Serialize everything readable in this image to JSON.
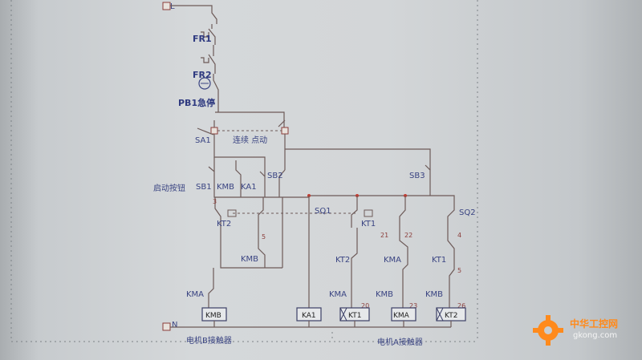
{
  "diagram": {
    "power_in_label": "L",
    "neutral_label": "N",
    "labels": {
      "fr1": "FR1",
      "fr2": "FR2",
      "pb1": "PB1急停",
      "sa1": "SA1",
      "sa1_mode": "连续 点动",
      "sb1": "SB1",
      "start_btn": "启动按钮",
      "kmb_contact": "KMB",
      "ka1_contact": "KA1",
      "sb2": "SB2",
      "sb3": "SB3",
      "kt2_contact": "KT2",
      "kmb_interlock": "KMB",
      "sq1": "SQ1",
      "kt1_contact": "KT1",
      "kt2_col": "KT2",
      "kma_col": "KMA",
      "kt1_col": "KT1",
      "sq2": "SQ2",
      "kma_left": "KMA",
      "kma_mid": "KMA",
      "kmb_mid": "KMB",
      "kmb_right": "KMB",
      "motor_b": "电机B接触器",
      "motor_a": "电机A接触器"
    },
    "coils": {
      "kmb": "KMB",
      "ka1": "KA1",
      "kt1": "KT1",
      "kma": "KMA",
      "kt2": "KT2"
    },
    "wire_numbers": {
      "n3": "3",
      "n5": "5",
      "n21": "21",
      "n22": "22",
      "n4": "4",
      "n5b": "5",
      "n20": "20",
      "n23": "23",
      "n26": "26"
    }
  },
  "watermark": {
    "title": "中华工控网",
    "url": "gkong.com"
  },
  "colors": {
    "wire": "#6d5a58",
    "label": "#3a4482",
    "terminal": "#8b3d3a",
    "watermark_orange": "#ff8a1c"
  }
}
